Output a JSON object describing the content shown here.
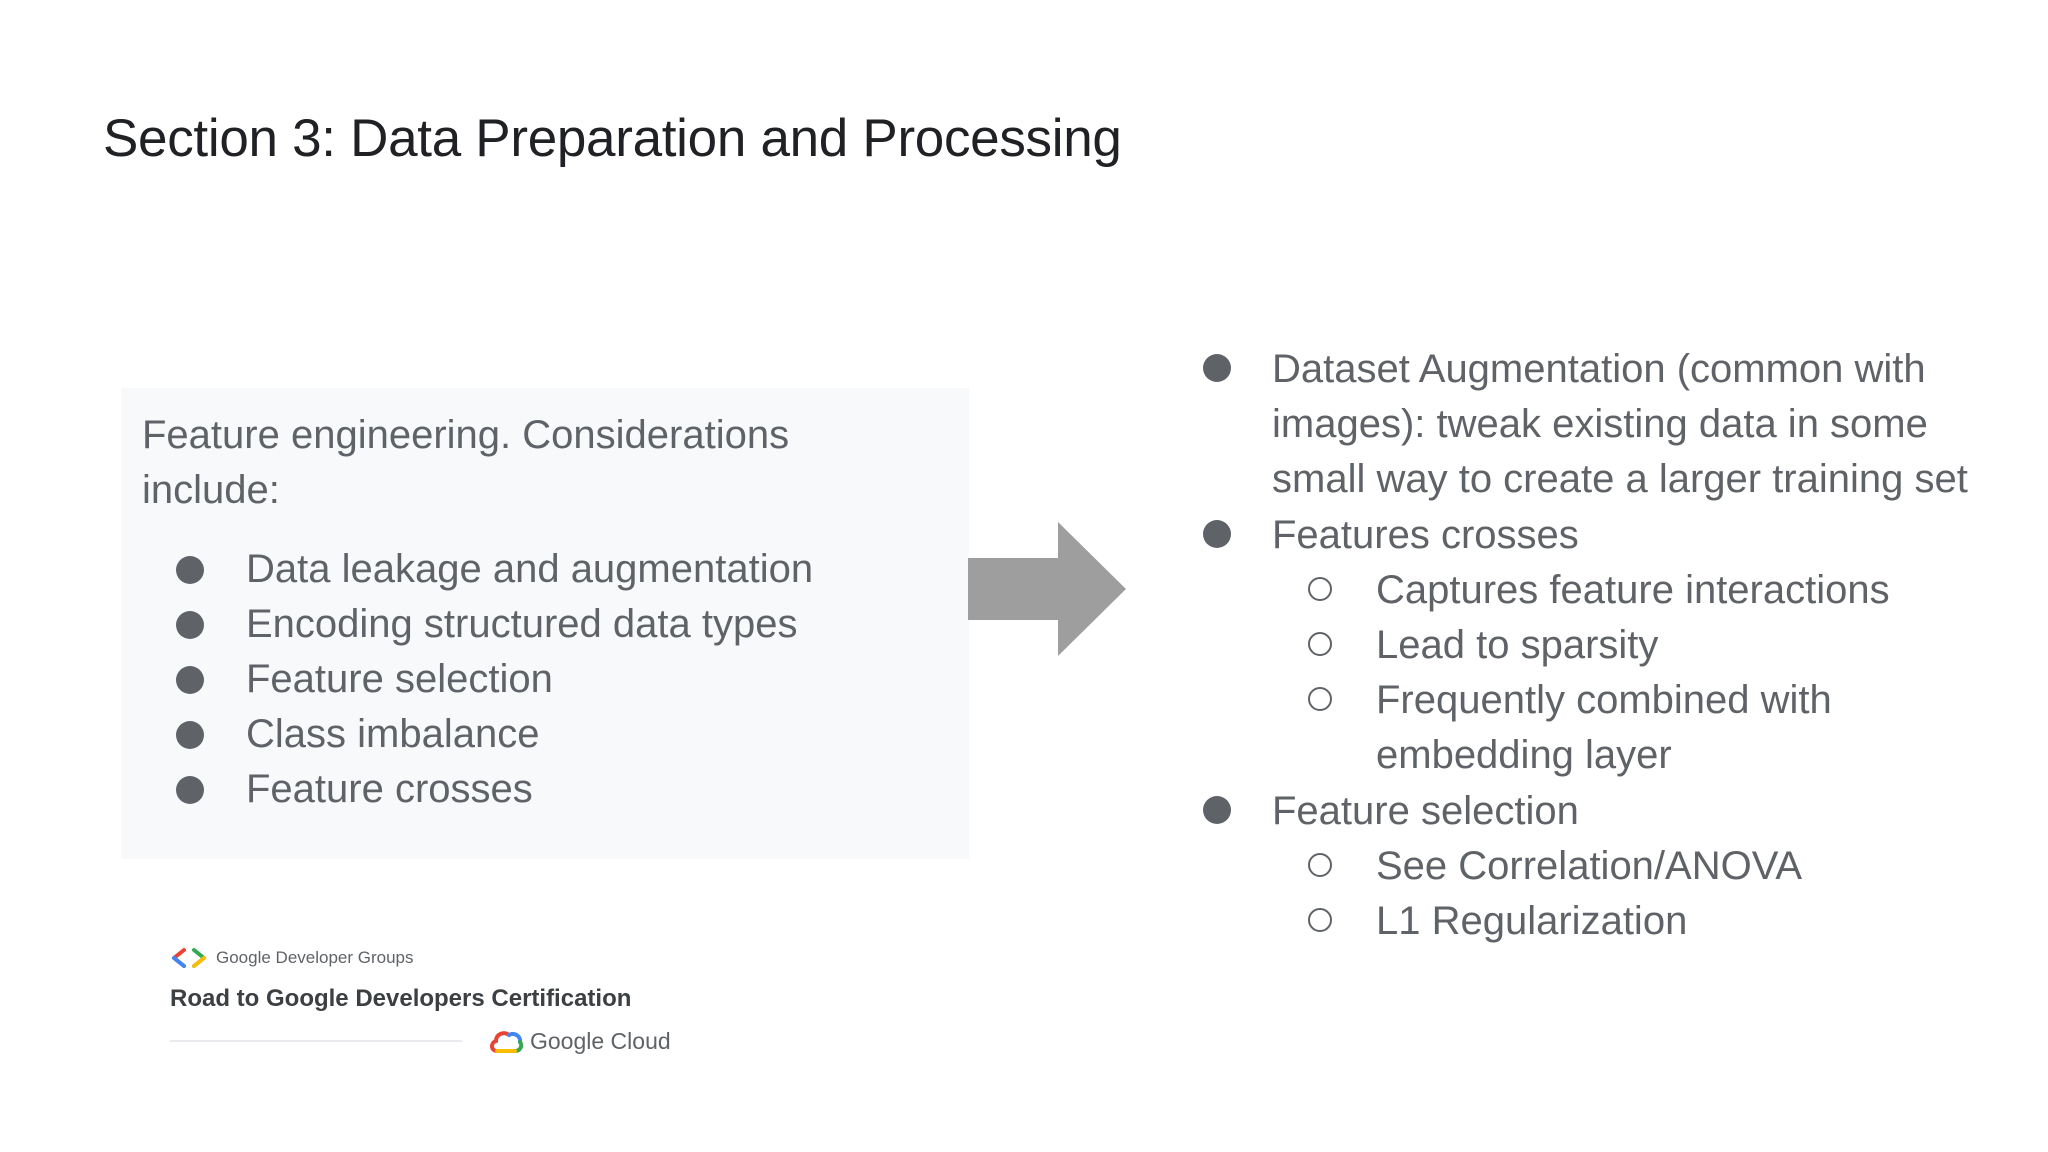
{
  "slide": {
    "title": "Section 3: Data Preparation and Processing",
    "left_box": {
      "intro_line1": "Feature engineering. Considerations",
      "intro_line2": "include:",
      "items": [
        "Data leakage and augmentation",
        "Encoding structured data types",
        "Feature selection",
        "Class imbalance",
        "Feature crosses"
      ]
    },
    "right_list": {
      "augmentation": {
        "line1": "Dataset Augmentation (common with",
        "line2": "images): tweak existing data in some",
        "line3": "small way to create a larger training set"
      },
      "crosses": {
        "label": "Features crosses",
        "sub1": "Captures feature interactions",
        "sub2": "Lead to sparsity",
        "sub3_line1": "Frequently combined with",
        "sub3_line2": "embedding layer"
      },
      "selection": {
        "label": "Feature selection",
        "sub1": "See Correlation/ANOVA",
        "sub2": "L1 Regularization"
      }
    },
    "branding": {
      "gdg": "Google Developer Groups",
      "program": "Road to Google Developers Certification",
      "cloud": "Google Cloud"
    },
    "colors": {
      "text": "#5f6368",
      "title": "#202124",
      "box_bg": "#f8f9fa",
      "arrow": "#9e9e9e"
    },
    "icons": {
      "arrow": "right-arrow-icon",
      "gdg": "gdg-chevrons-icon",
      "cloud": "google-cloud-icon"
    }
  }
}
